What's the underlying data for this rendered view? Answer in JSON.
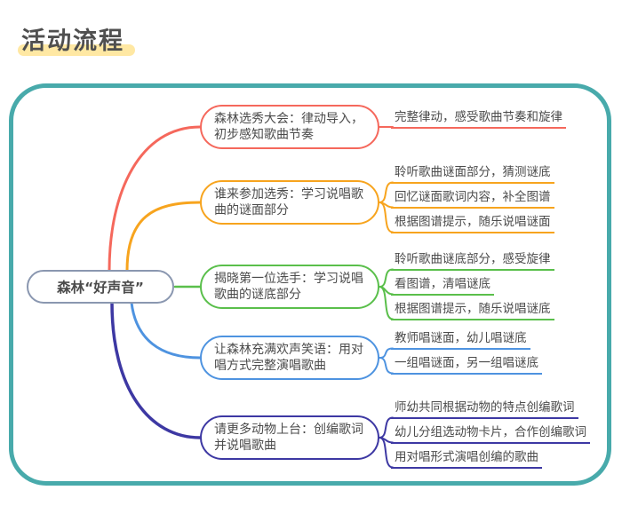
{
  "page": {
    "title": "活动流程"
  },
  "colors": {
    "outer_border": "#48aaab",
    "title_highlight": "#ffe8a3",
    "text": "#4b4b4b",
    "root_border": "#8a97b0"
  },
  "map": {
    "root": "森林“好声音”",
    "branches": [
      {
        "label": "森林选秀大会：律动导入，初步感知歌曲节奏",
        "color": "#f5685c",
        "subs": [
          "完整律动，感受歌曲节奏和旋律"
        ]
      },
      {
        "label": "谁来参加选秀：学习说唱歌曲的谜面部分",
        "color": "#f7a41e",
        "subs": [
          "聆听歌曲谜面部分，猜测谜底",
          "回忆谜面歌词内容，补全图谱",
          "根据图谱提示，随乐说唱谜面"
        ]
      },
      {
        "label": "揭晓第一位选手：学习说唱歌曲的谜底部分",
        "color": "#5abf4b",
        "subs": [
          "聆听歌曲谜底部分，感受旋律",
          "看图谱，清唱谜底",
          "根据图谱提示，随乐说唱谜底"
        ]
      },
      {
        "label": "让森林充满欢声笑语：用对唱方式完整演唱歌曲",
        "color": "#4e93e0",
        "subs": [
          "教师唱谜面，幼儿唱谜底",
          "一组唱谜面，另一组唱谜底"
        ]
      },
      {
        "label": "请更多动物上台：创编歌词并说唱歌曲",
        "color": "#3d38a3",
        "subs": [
          "师幼共同根据动物的特点创编歌词",
          "幼儿分组选动物卡片，合作创编歌词",
          "用对唱形式演唱创编的歌曲"
        ]
      }
    ]
  }
}
